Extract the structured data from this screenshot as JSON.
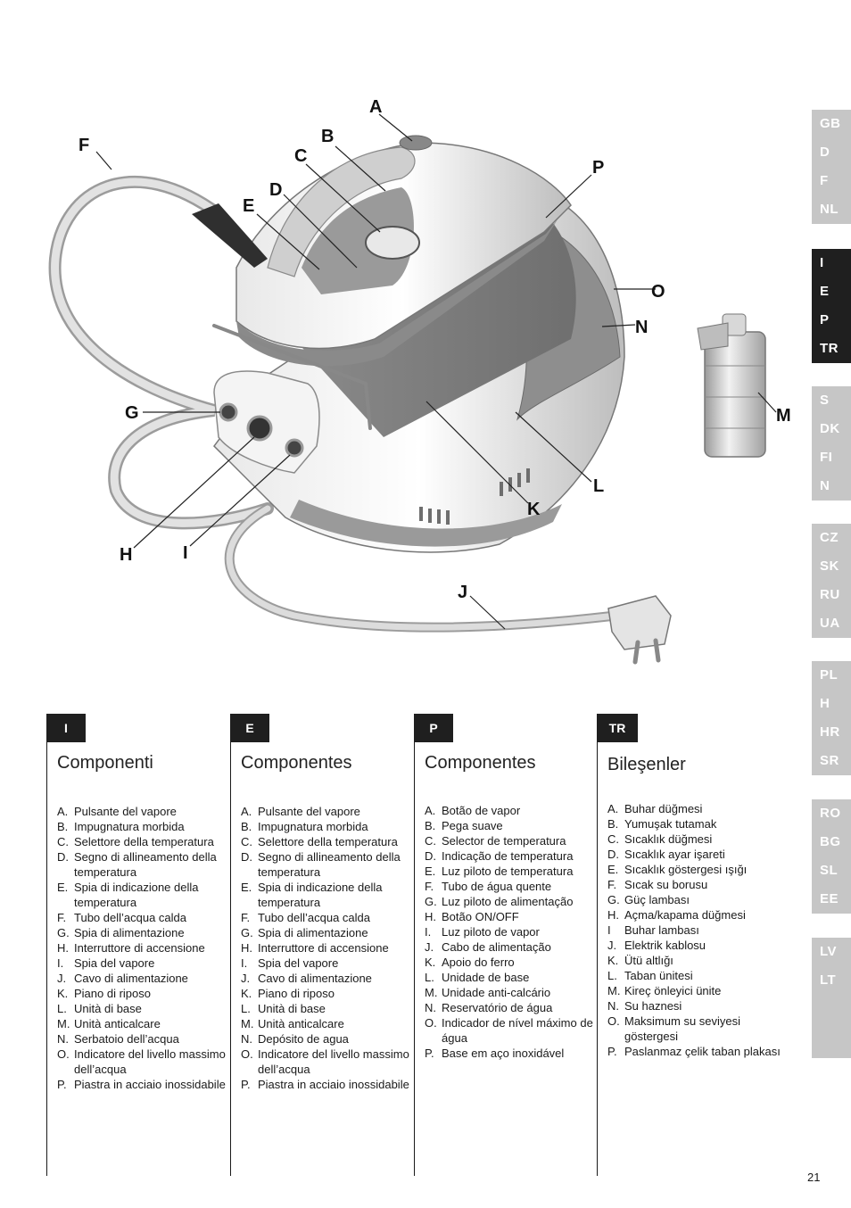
{
  "diagram": {
    "labels": [
      "A",
      "B",
      "C",
      "D",
      "E",
      "F",
      "G",
      "H",
      "I",
      "J",
      "K",
      "L",
      "M",
      "N",
      "O",
      "P"
    ]
  },
  "sidebar": {
    "groups": [
      {
        "items": [
          "GB",
          "D",
          "F",
          "NL"
        ],
        "active": false
      },
      {
        "items": [
          "I",
          "E",
          "P",
          "TR"
        ],
        "active": true
      },
      {
        "items": [
          "S",
          "DK",
          "FI",
          "N"
        ],
        "active": false
      },
      {
        "items": [
          "CZ",
          "SK",
          "RU",
          "UA"
        ],
        "active": false
      },
      {
        "items": [
          "PL",
          "H",
          "HR",
          "SR"
        ],
        "active": false
      },
      {
        "items": [
          "RO",
          "BG",
          "SL",
          "EE"
        ],
        "active": false
      },
      {
        "items": [
          "LV",
          "LT"
        ],
        "active": false
      }
    ]
  },
  "columns": [
    {
      "tab": "I",
      "title": "Componenti",
      "items": [
        {
          "key": "A.",
          "text": "Pulsante del vapore"
        },
        {
          "key": "B.",
          "text": "Impugnatura morbida"
        },
        {
          "key": "C.",
          "text": "Selettore della temperatura"
        },
        {
          "key": "D.",
          "text": "Segno di allineamento della temperatura"
        },
        {
          "key": "E.",
          "text": "Spia di indicazione della temperatura"
        },
        {
          "key": "F.",
          "text": "Tubo dell’acqua calda"
        },
        {
          "key": "G.",
          "text": "Spia di alimentazione"
        },
        {
          "key": "H.",
          "text": "Interruttore di accensione"
        },
        {
          "key": "I.",
          "text": "Spia del vapore"
        },
        {
          "key": "J.",
          "text": "Cavo di alimentazione"
        },
        {
          "key": "K.",
          "text": "Piano di riposo"
        },
        {
          "key": "L.",
          "text": "Unità di base"
        },
        {
          "key": "M.",
          "text": "Unità anticalcare"
        },
        {
          "key": "N.",
          "text": "Serbatoio dell’acqua"
        },
        {
          "key": "O.",
          "text": "Indicatore del livello massimo dell’acqua"
        },
        {
          "key": "P.",
          "text": "Piastra in acciaio inossidabile"
        }
      ]
    },
    {
      "tab": "E",
      "title": "Componentes",
      "items": [
        {
          "key": "A.",
          "text": "Pulsante del vapore"
        },
        {
          "key": "B.",
          "text": "Impugnatura morbida"
        },
        {
          "key": "C.",
          "text": "Selettore della temperatura"
        },
        {
          "key": "D.",
          "text": "Segno di allineamento della temperatura"
        },
        {
          "key": "E.",
          "text": "Spia di indicazione della temperatura"
        },
        {
          "key": "F.",
          "text": "Tubo dell’acqua calda"
        },
        {
          "key": "G.",
          "text": "Spia di alimentazione"
        },
        {
          "key": "H.",
          "text": "Interruttore di accensione"
        },
        {
          "key": "I.",
          "text": "Spia del vapore"
        },
        {
          "key": "J.",
          "text": "Cavo di alimentazione"
        },
        {
          "key": "K.",
          "text": "Piano di riposo"
        },
        {
          "key": "L.",
          "text": "Unità di base"
        },
        {
          "key": "M.",
          "text": "Unità anticalcare"
        },
        {
          "key": "N.",
          "text": "Depósito de agua"
        },
        {
          "key": "O.",
          "text": "Indicatore del livello massimo dell’acqua"
        },
        {
          "key": "P.",
          "text": "Piastra in acciaio inossidabile"
        }
      ]
    },
    {
      "tab": "P",
      "title": "Componentes",
      "items": [
        {
          "key": "A.",
          "text": "Botão de vapor"
        },
        {
          "key": "B.",
          "text": "Pega suave"
        },
        {
          "key": "C.",
          "text": "Selector de temperatura"
        },
        {
          "key": "D.",
          "text": "Indicação de temperatura"
        },
        {
          "key": "E.",
          "text": "Luz piloto de temperatura"
        },
        {
          "key": "F.",
          "text": "Tubo de água quente"
        },
        {
          "key": "G.",
          "text": "Luz piloto de alimentação"
        },
        {
          "key": "H.",
          "text": "Botão ON/OFF"
        },
        {
          "key": "I.",
          "text": "Luz piloto de vapor"
        },
        {
          "key": "J.",
          "text": "Cabo de alimentação"
        },
        {
          "key": "K.",
          "text": "Apoio do ferro"
        },
        {
          "key": "L.",
          "text": "Unidade de base"
        },
        {
          "key": "M.",
          "text": "Unidade anti-calcário"
        },
        {
          "key": "N.",
          "text": "Reservatório de água"
        },
        {
          "key": "O.",
          "text": "Indicador de nível máximo de água"
        },
        {
          "key": "P.",
          "text": "Base em aço inoxidável"
        }
      ]
    },
    {
      "tab": "TR",
      "title": "Bileşenler",
      "items": [
        {
          "key": "A.",
          "text": "Buhar düğmesi"
        },
        {
          "key": "B.",
          "text": "Yumuşak tutamak"
        },
        {
          "key": "C.",
          "text": "Sıcaklık düğmesi"
        },
        {
          "key": "D.",
          "text": "Sıcaklık ayar işareti"
        },
        {
          "key": "E.",
          "text": "Sıcaklık göstergesi ışığı"
        },
        {
          "key": "F.",
          "text": "Sıcak su borusu"
        },
        {
          "key": "G.",
          "text": "Güç lambası"
        },
        {
          "key": "H.",
          "text": "Açma/kapama düğmesi"
        },
        {
          "key": "I",
          "text": "Buhar lambası"
        },
        {
          "key": "J.",
          "text": "Elektrik kablosu"
        },
        {
          "key": "K.",
          "text": "Ütü altlığı"
        },
        {
          "key": "L.",
          "text": "Taban ünitesi"
        },
        {
          "key": "M.",
          "text": "Kireç önleyici ünite"
        },
        {
          "key": "N.",
          "text": "Su haznesi"
        },
        {
          "key": "O.",
          "text": "Maksimum su seviyesi göstergesi"
        },
        {
          "key": "P.",
          "text": "Paslanmaz çelik taban plakası"
        }
      ]
    }
  ],
  "page_number": "21"
}
